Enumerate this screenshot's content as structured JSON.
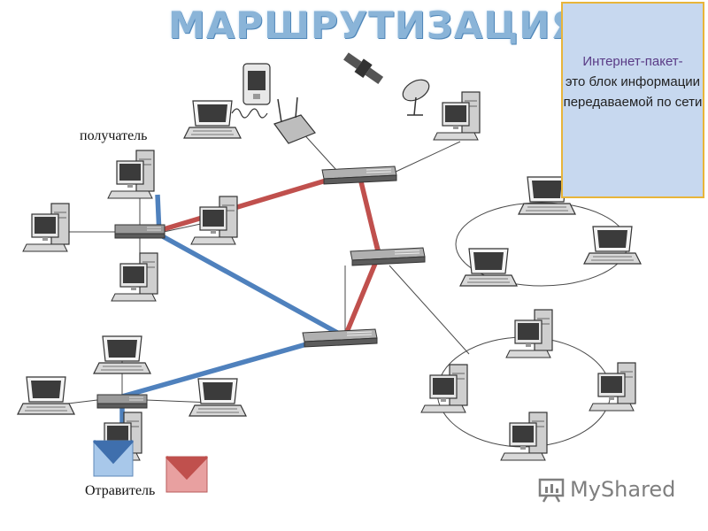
{
  "title": "МАРШРУТИЗАЦИЯ",
  "definition": {
    "term": "Интернет-пакет",
    "dash": "-",
    "text": "это блок информации передаваемой по сети"
  },
  "labels": {
    "recipient": "получатель",
    "sender": "Отравитель"
  },
  "watermark": "MyShared",
  "colors": {
    "route_red": "#c0504d",
    "route_blue": "#4f81bd",
    "definition_box_bg": "#c7d8ef",
    "definition_box_border": "#e8b53a"
  },
  "icons": [
    "pc-icon",
    "laptop-icon",
    "switch-icon",
    "router-icon",
    "satellite-icon",
    "satellite-dish-icon",
    "pda-icon",
    "wireless-router-icon",
    "envelope-icon"
  ]
}
